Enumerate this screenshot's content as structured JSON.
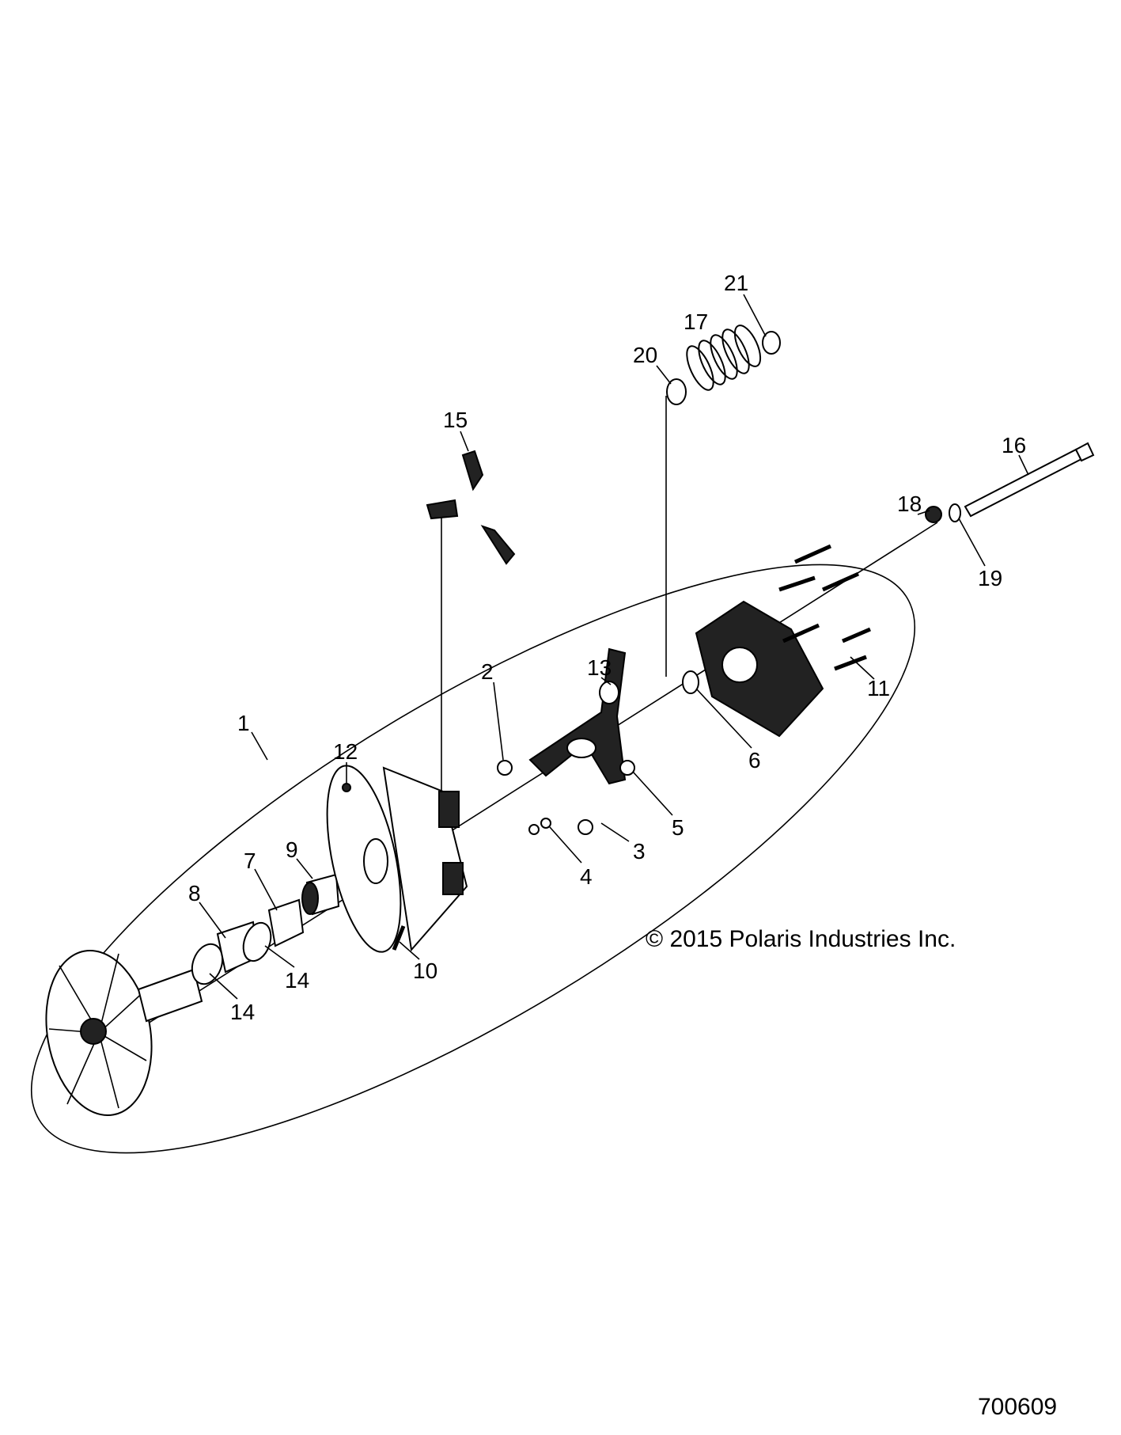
{
  "diagram": {
    "copyright": "© 2015 Polaris Industries Inc.",
    "drawing_number": "700609",
    "callouts": [
      {
        "id": "c1",
        "text": "1"
      },
      {
        "id": "c2",
        "text": "2"
      },
      {
        "id": "c3",
        "text": "3"
      },
      {
        "id": "c4",
        "text": "4"
      },
      {
        "id": "c5",
        "text": "5"
      },
      {
        "id": "c6",
        "text": "6"
      },
      {
        "id": "c7",
        "text": "7"
      },
      {
        "id": "c8",
        "text": "8"
      },
      {
        "id": "c9",
        "text": "9"
      },
      {
        "id": "c10",
        "text": "10"
      },
      {
        "id": "c11",
        "text": "11"
      },
      {
        "id": "c12",
        "text": "12"
      },
      {
        "id": "c13",
        "text": "13"
      },
      {
        "id": "c14a",
        "text": "14"
      },
      {
        "id": "c14b",
        "text": "14"
      },
      {
        "id": "c15",
        "text": "15"
      },
      {
        "id": "c16",
        "text": "16"
      },
      {
        "id": "c17",
        "text": "17"
      },
      {
        "id": "c18",
        "text": "18"
      },
      {
        "id": "c19",
        "text": "19"
      },
      {
        "id": "c20",
        "text": "20"
      },
      {
        "id": "c21",
        "text": "21"
      }
    ]
  }
}
